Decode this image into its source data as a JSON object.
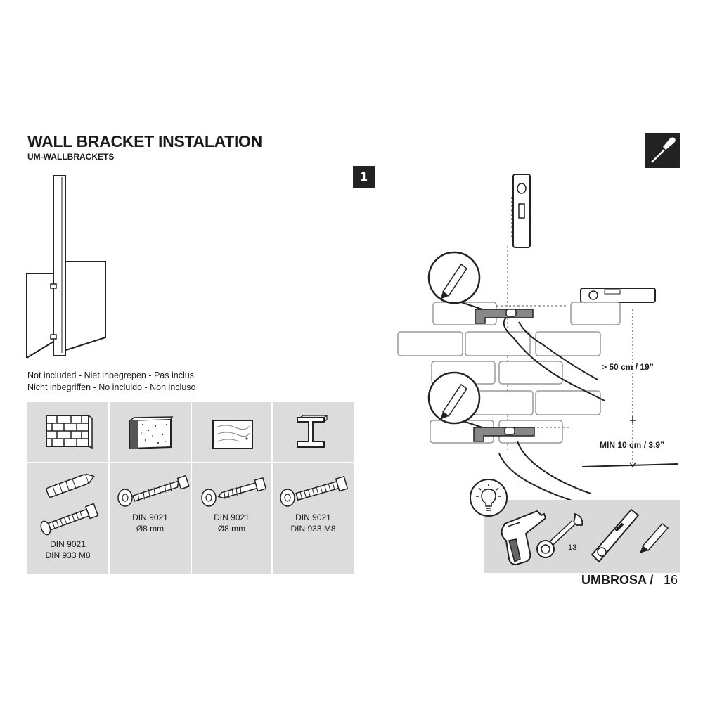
{
  "header": {
    "title": "WALL BRACKET INSTALATION",
    "subtitle": "UM-WALLBRACKETS"
  },
  "not_included": {
    "line1": "Not included - Niet inbegrepen - Pas inclus",
    "line2": "Nicht inbegriffen - No incluido - Non incluso"
  },
  "fixings": [
    {
      "wall_type": "brick-wall-icon",
      "line1": "DIN 9021",
      "line2": "DIN 933 M8"
    },
    {
      "wall_type": "concrete-wall-icon",
      "line1": "DIN 9021",
      "line2": "Ø8 mm"
    },
    {
      "wall_type": "wood-wall-icon",
      "line1": "DIN 9021",
      "line2": "Ø8 mm"
    },
    {
      "wall_type": "steel-beam-icon",
      "line1": "DIN 9021",
      "line2": "DIN 933 M8"
    }
  ],
  "step": {
    "number": "1"
  },
  "dimensions": {
    "upper": "> 50 cm / 19”",
    "lower": "MIN 10 cm / 3.9”"
  },
  "tools": {
    "wrench_size": "13"
  },
  "footer": {
    "brand": "UMBROSA /",
    "page": "16"
  },
  "colors": {
    "panel_gray": "#dcdcdc",
    "dark": "#222222"
  }
}
